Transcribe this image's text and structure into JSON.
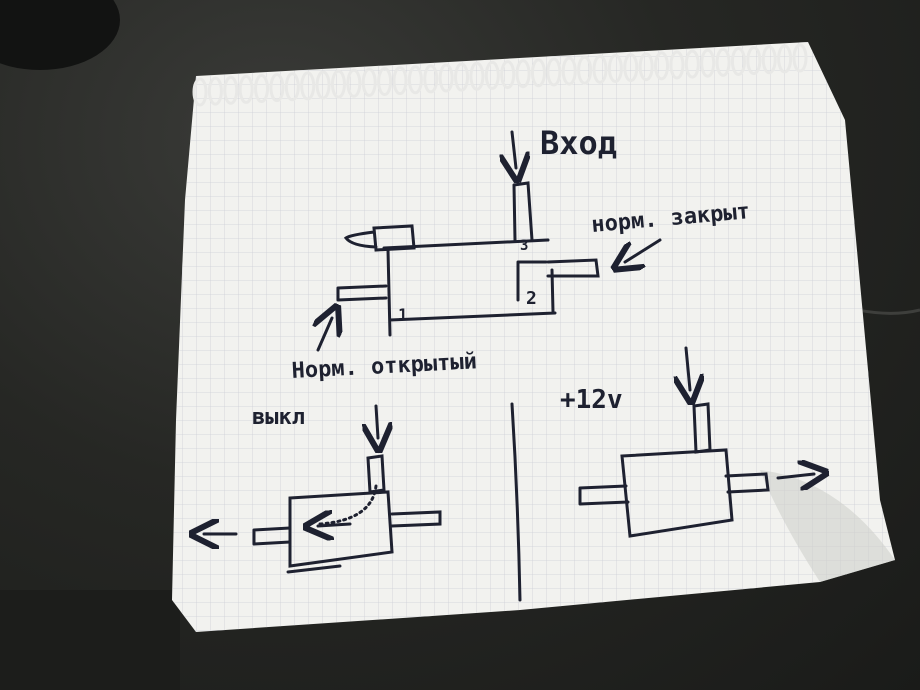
{
  "photo": {
    "subject": "spiral notebook page",
    "colors": {
      "table": "#262724",
      "paper": "#f2f2ef",
      "grid": "#c9ccd4",
      "ink": "#1e2130",
      "spiral": "#e8e8e6"
    }
  },
  "notes": {
    "label_input": "Вход",
    "label_normally_closed": "норм. закрыт",
    "label_normally_open": "Норм. открытый",
    "label_off": "выкл",
    "label_12v": "+12v",
    "port_1": "1",
    "port_2": "2",
    "port_3": "3"
  }
}
